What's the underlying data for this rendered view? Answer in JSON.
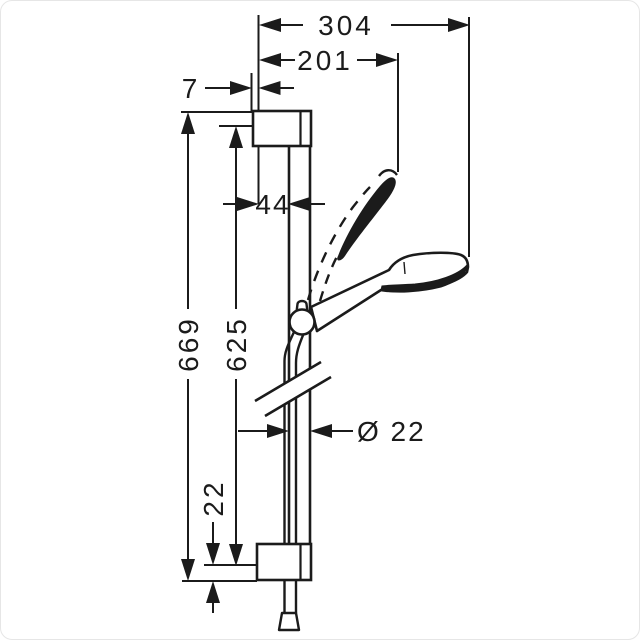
{
  "drawing": {
    "labels": {
      "reach_304": "304",
      "reach_201": "201",
      "offset_7": "7",
      "offset_44": "44",
      "height_669": "669",
      "height_625": "625",
      "diameter_22": "Ø 22",
      "offset_22": "22"
    },
    "colors": {
      "line": "#1b1b1b",
      "background": "#ffffff"
    }
  }
}
